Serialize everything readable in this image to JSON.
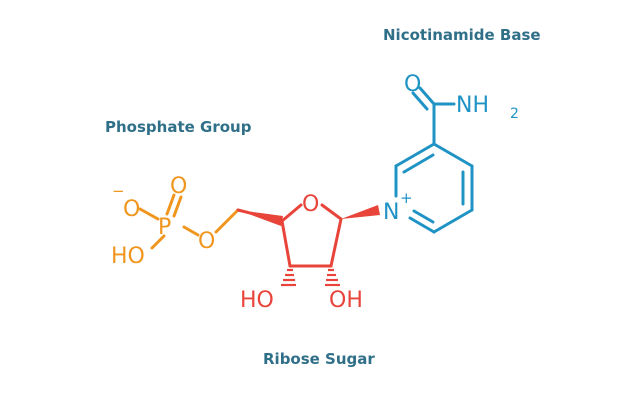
{
  "labels": {
    "nicotinamide_base": "Nicotinamide Base",
    "phosphate_group": "Phosphate Group",
    "ribose_sugar": "Ribose Sugar"
  },
  "atoms": {
    "phosphate": {
      "o_minus": "O",
      "minus_charge": "−",
      "o_double": "O",
      "p": "P",
      "ho": "HO",
      "o_ester": "O"
    },
    "ribose": {
      "ring_o": "O",
      "ho_left": "HO",
      "oh_right": "OH"
    },
    "nicotinamide": {
      "n": "N",
      "plus_charge": "+",
      "carbonyl_o": "O",
      "nh": "NH",
      "nh_sub": "2"
    }
  },
  "colors": {
    "phosphate": "#f0961e",
    "ribose": "#e8443a",
    "nicotinamide": "#1f93c4",
    "label_text": "#2f6f88"
  }
}
